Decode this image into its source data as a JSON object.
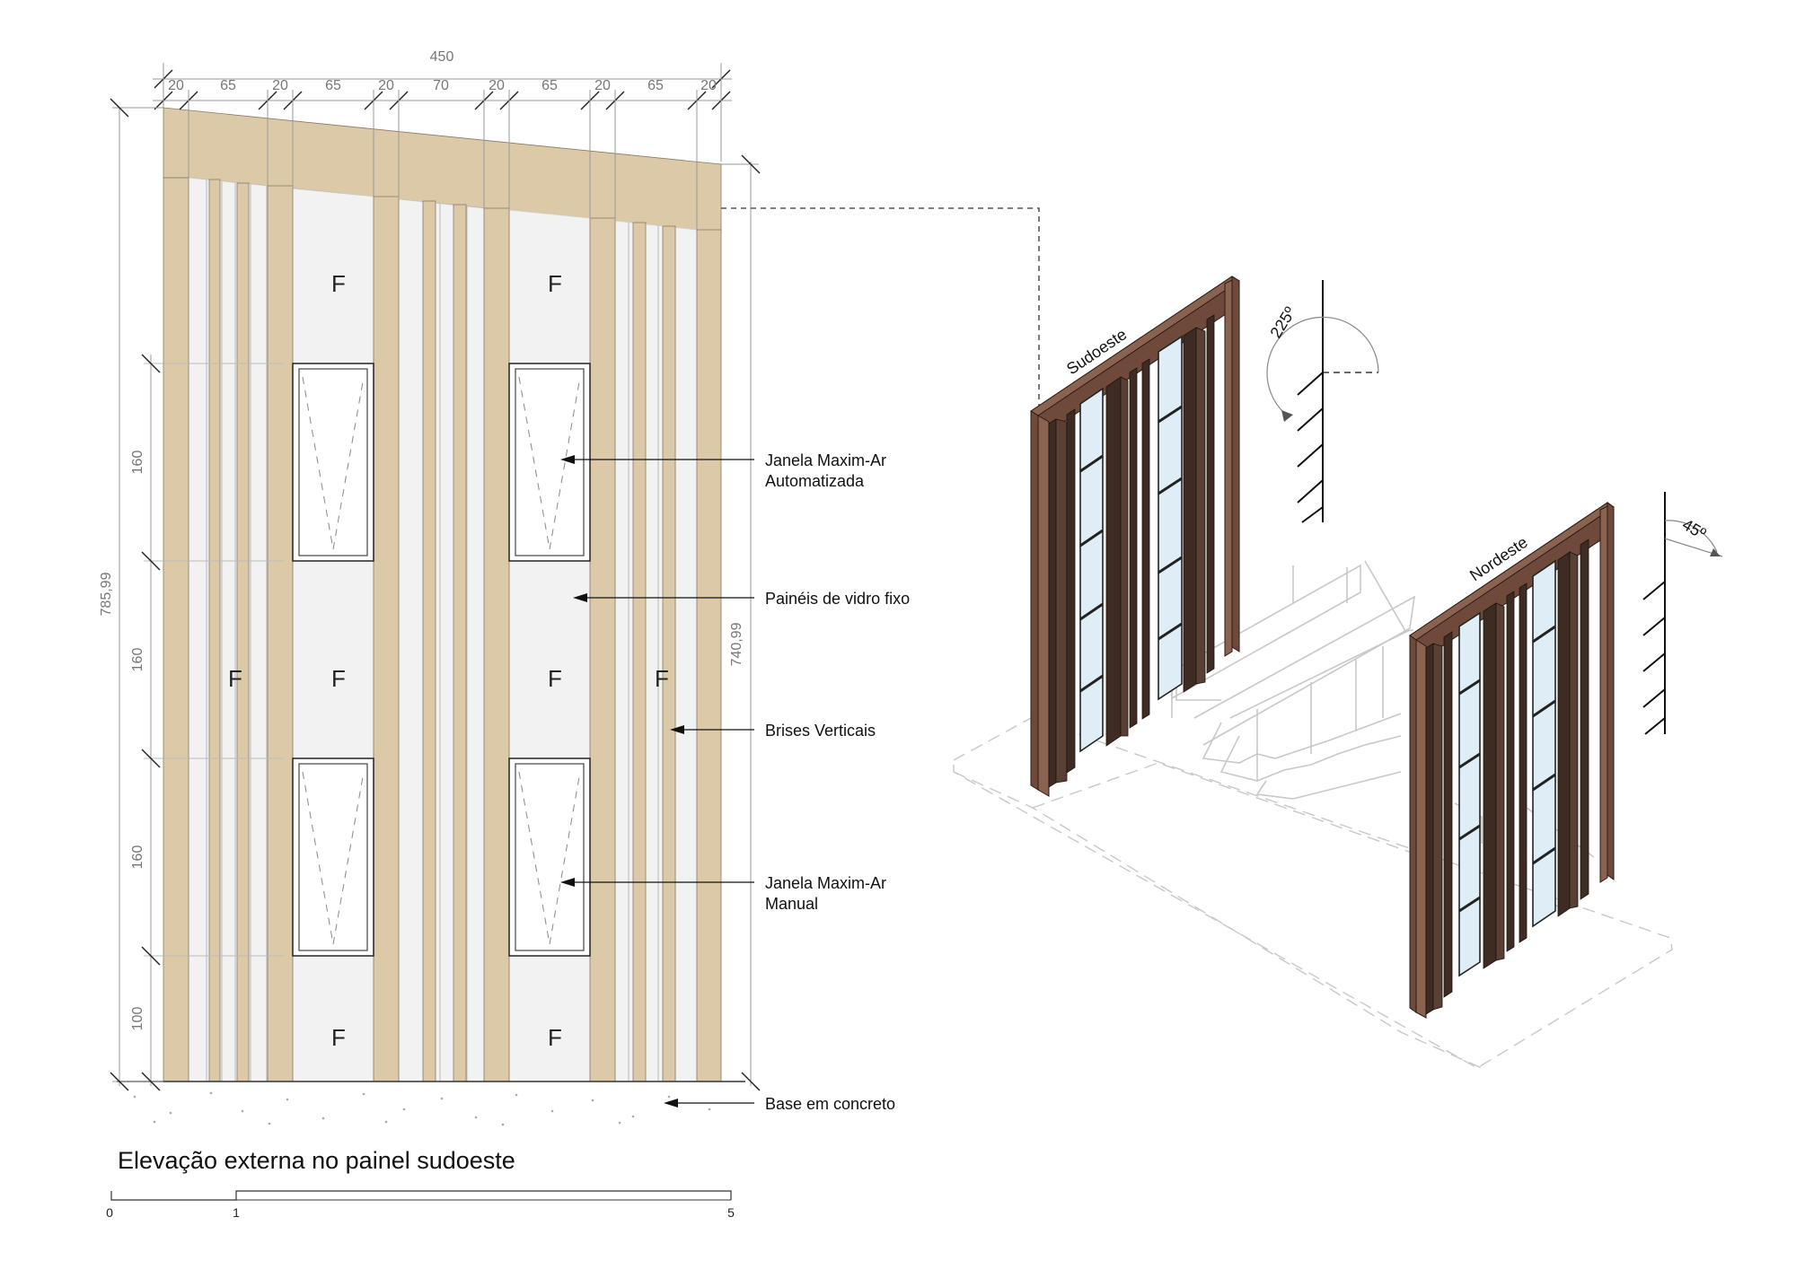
{
  "title": "Elevação externa no painel sudoeste",
  "dimensions": {
    "overall_width": "450",
    "segments": [
      "20",
      "65",
      "20",
      "65",
      "20",
      "70",
      "20",
      "65",
      "20",
      "65",
      "20"
    ],
    "overall_height_left": "785,99",
    "overall_height_right": "740,99",
    "vertical_segments": [
      "160",
      "160",
      "160",
      "100"
    ]
  },
  "panel_marks": [
    "F",
    "F",
    "F",
    "F",
    "F",
    "F",
    "F",
    "F"
  ],
  "labels": {
    "window_auto_1": "Janela Maxim-Ar",
    "window_auto_2": "Automatizada",
    "fixed_glass": "Painéis de vidro fixo",
    "brises": "Brises Verticais",
    "window_manual_1": "Janela Maxim-Ar",
    "window_manual_2": "Manual",
    "base": "Base em concreto"
  },
  "iso": {
    "panel_sw": "Sudoeste",
    "panel_ne": "Nordeste",
    "angle_sw": "225º",
    "angle_ne": "45º"
  },
  "scale_bar": {
    "tick_0": "0",
    "tick_1": "1",
    "tick_5": "5"
  },
  "colors": {
    "brise": "#dcc9a8",
    "glass": "#f2f2f2",
    "frame": "#6f4a3a",
    "fin": "#3e2c24"
  }
}
